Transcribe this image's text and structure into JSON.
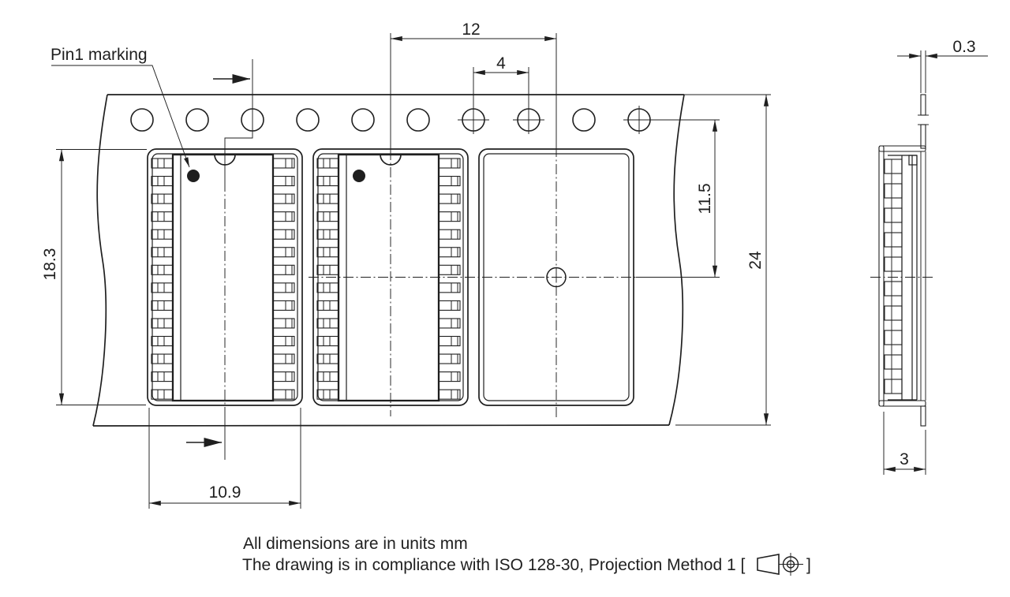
{
  "drawing": {
    "labels": {
      "pin1_marking": "Pin1 marking"
    },
    "dimensions": {
      "pocket_pitch": "12",
      "sprocket_hole_pitch": "4",
      "tape_thickness": "0.3",
      "hole_to_pocket_center": "11.5",
      "tape_width": "24",
      "pocket_length": "18.3",
      "pocket_width": "10.9",
      "pocket_depth": "3"
    },
    "notes": {
      "line1": "All dimensions are in units mm",
      "line2_prefix": "The drawing is in compliance with ISO 128-30, Projection Method 1 [",
      "line2_suffix": "]"
    },
    "icons": {
      "projection_method": "first-angle-projection-symbol"
    },
    "colors": {
      "ink": "#1f1f1f",
      "background": "#ffffff"
    }
  }
}
